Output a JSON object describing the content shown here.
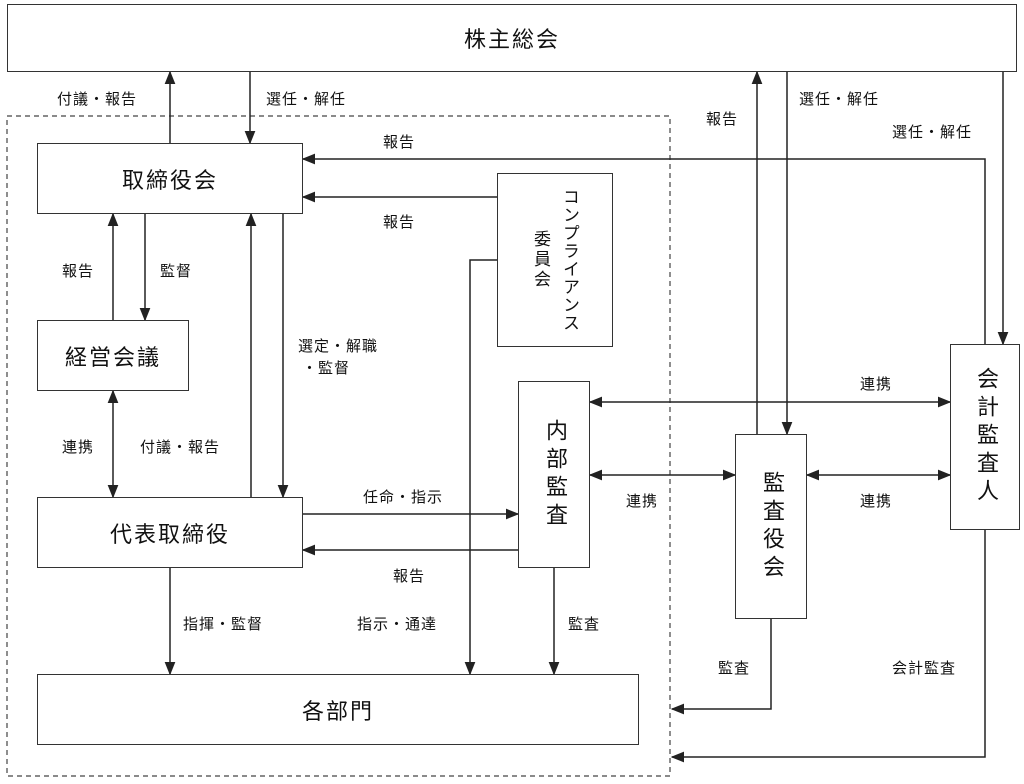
{
  "nodes": {
    "shareholders_meeting": "株主総会",
    "board_of_directors": "取締役会",
    "management_meeting": "経営会議",
    "representative_director": "代表取締役",
    "departments": "各部門",
    "compliance_committee_line1": "コンプライアンス",
    "compliance_committee_line2": "委員会",
    "internal_audit": "内部監査",
    "audit_board": "監査役会",
    "accounting_auditor": "会計監査人"
  },
  "edge_labels": {
    "submit_report": "付議・報告",
    "appoint_dismiss_board": "選任・解任",
    "report_audit_board": "報告",
    "appoint_dismiss_audit_board": "選任・解任",
    "appoint_dismiss_accounting_auditor": "選任・解任",
    "report_accounting_auditor": "報告",
    "report_compliance": "報告",
    "report_mgmt": "報告",
    "supervise_mgmt": "監督",
    "select_dismiss_supervise_1": "選定・解職",
    "select_dismiss_supervise_2": "・監督",
    "cooperation_mgmt": "連携",
    "submit_report_rep": "付議・報告",
    "appoint_instruct": "任命・指示",
    "report_internal": "報告",
    "cooperation_internal_audit_board": "連携",
    "cooperation_internal_accounting": "連携",
    "cooperation_audit_board_accounting": "連携",
    "direct_supervise": "指揮・監督",
    "instruct_notify": "指示・通達",
    "audit_internal": "監査",
    "audit_board_audit": "監査",
    "accounting_audit": "会計監査"
  }
}
